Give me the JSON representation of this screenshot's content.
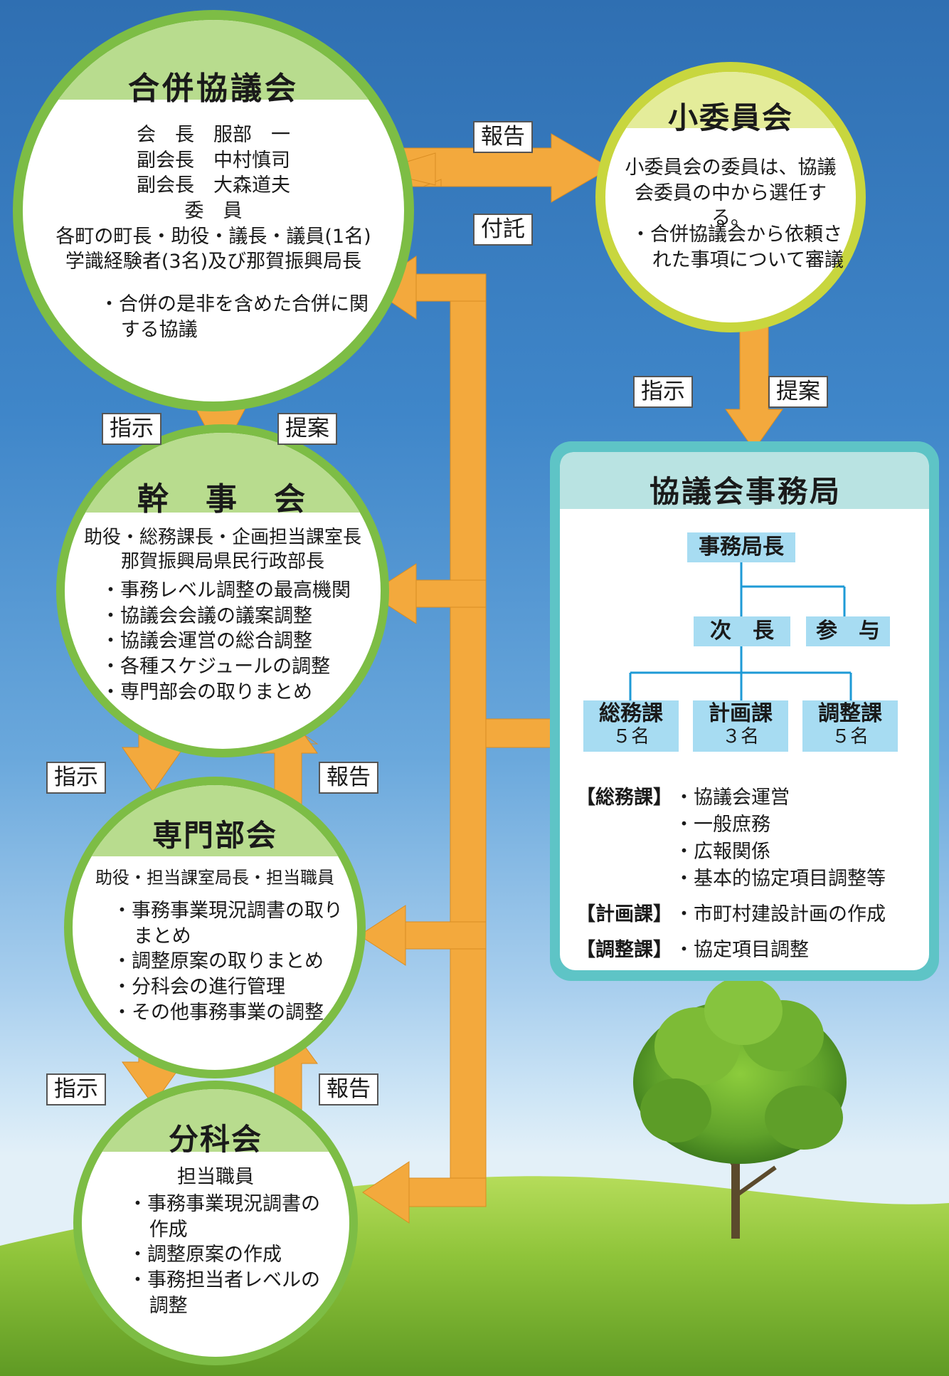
{
  "colors": {
    "sky_top": "#2f6fb2",
    "circle_ring": "#7dbd45",
    "circle_header": "#b8dc8e",
    "sub_ring": "#c8d63e",
    "sub_header": "#e4ec9a",
    "arrow": "#f3a93d",
    "office_border": "#5ec4c6",
    "office_header": "#b9e3e2",
    "org_box": "#a7dcf2",
    "org_line": "#1e9ad6"
  },
  "council": {
    "title": "合併協議会",
    "members": [
      "会　長　服部　一",
      "副会長　中村慎司",
      "副会長　大森道夫",
      "委　員",
      "各町の町長・助役・議長・議員(1名)",
      "学識経験者(3名)及び那賀振興局長"
    ],
    "bullet": "・合併の是非を含めた合併に関する協議"
  },
  "subcommittee": {
    "title": "小委員会",
    "text": "小委員会の委員は、協議会委員の中から選任する。",
    "bullet": "・合併協議会から依頼された事項について審議"
  },
  "secretaries": {
    "title": "幹　事　会",
    "members": [
      "助役・総務課長・企画担当課室長",
      "那賀振興局県民行政部長"
    ],
    "bullets": [
      "・事務レベル調整の最高機関",
      "・協議会会議の議案調整",
      "・協議会運営の総合調整",
      "・各種スケジュールの調整",
      "・専門部会の取りまとめ"
    ]
  },
  "expert": {
    "title": "専門部会",
    "members": "助役・担当課室局長・担当職員",
    "bullets": [
      "・事務事業現況調書の取りまとめ",
      "・調整原案の取りまとめ",
      "・分科会の進行管理",
      "・その他事務事業の調整"
    ]
  },
  "subgroup": {
    "title": "分科会",
    "members": "担当職員",
    "bullets": [
      "・事務事業現況調書の作成",
      "・調整原案の作成",
      "・事務担当者レベルの調整"
    ]
  },
  "labels": {
    "report_top": "報告",
    "entrust": "付託",
    "instruct_1": "指示",
    "propose_1": "提案",
    "instruct_2": "指示",
    "report_2": "報告",
    "instruct_3": "指示",
    "report_3": "報告",
    "instruct_sub": "指示",
    "propose_sub": "提案"
  },
  "office": {
    "title": "協議会事務局",
    "chief": "事務局長",
    "deputy": "次　長",
    "advisor": "参　与",
    "divisions": [
      {
        "name": "総務課",
        "count": "５名"
      },
      {
        "name": "計画課",
        "count": "３名"
      },
      {
        "name": "調整課",
        "count": "５名"
      }
    ],
    "duties": [
      {
        "dept": "【総務課】",
        "items": [
          "・協議会運営",
          "・一般庶務",
          "・広報関係",
          "・基本的協定項目調整等"
        ]
      },
      {
        "dept": "【計画課】",
        "items": [
          "・市町村建設計画の作成"
        ]
      },
      {
        "dept": "【調整課】",
        "items": [
          "・協定項目調整"
        ]
      }
    ]
  }
}
